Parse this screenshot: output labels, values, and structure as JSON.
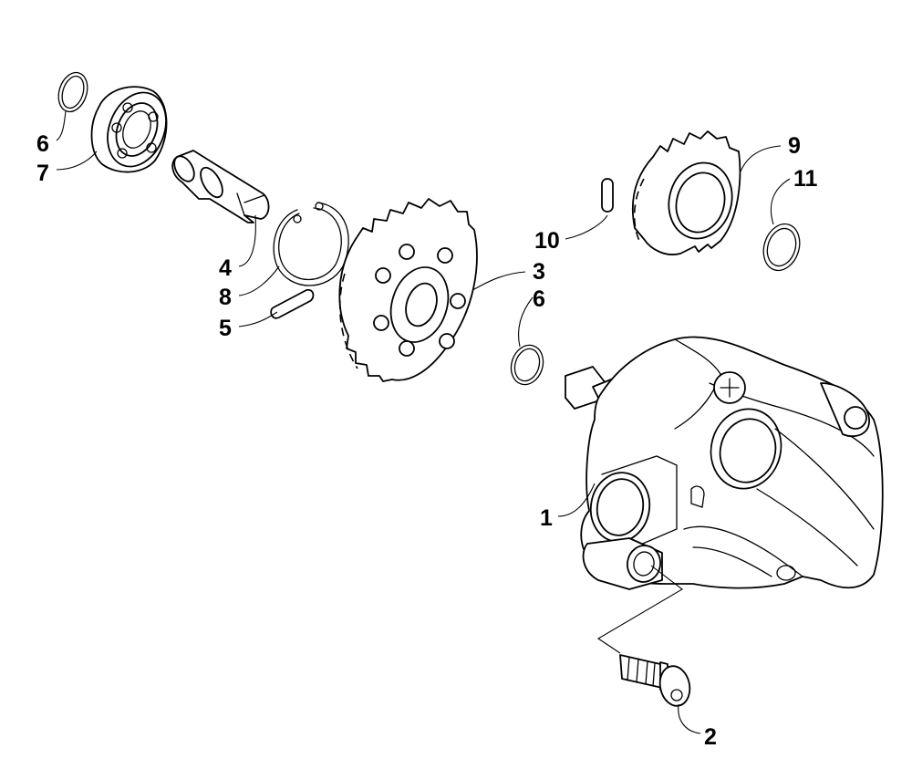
{
  "callouts": {
    "c1": "1",
    "c2": "2",
    "c3": "3",
    "c4": "4",
    "c5": "5",
    "c6a": "6",
    "c6b": "6",
    "c7": "7",
    "c8": "8",
    "c9": "9",
    "c10": "10",
    "c11": "11"
  },
  "style": {
    "line_color": "#000000",
    "background": "#ffffff"
  }
}
